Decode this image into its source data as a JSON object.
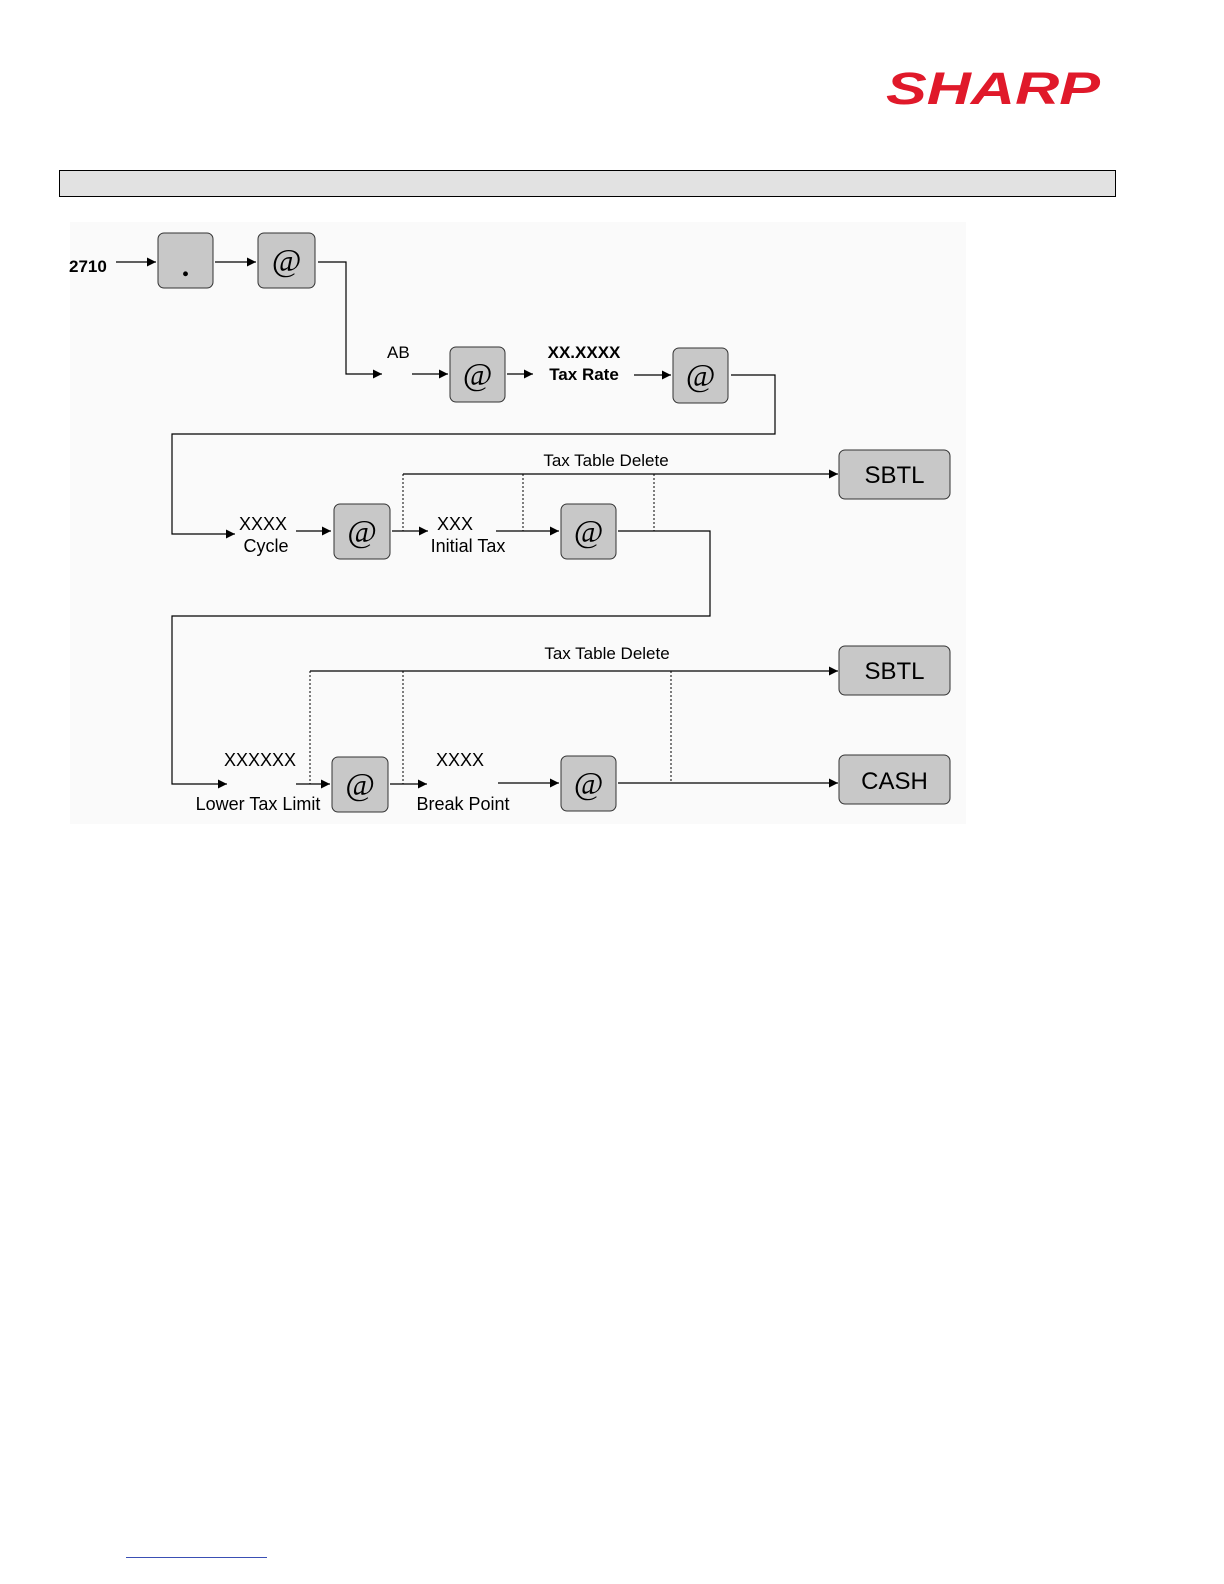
{
  "logo": {
    "brand": "SHARP",
    "color": "#e0192a"
  },
  "title_bar": {
    "text": ""
  },
  "flow": {
    "start_code": "2710",
    "keys": {
      "decimal": ".",
      "at": "@",
      "sbtl": "SBTL",
      "cash": "CASH"
    },
    "labels": {
      "ab": "AB",
      "tax_rate_value": "XX.XXXX",
      "tax_rate_label": "Tax Rate",
      "cycle_value": "XXXX",
      "cycle_label": "Cycle",
      "initial_tax_value": "XXX",
      "initial_tax_label": "Initial Tax",
      "delete_1": "Tax Table Delete",
      "delete_2": "Tax Table Delete",
      "lower_limit_value": "XXXXXX",
      "lower_limit_label": "Lower Tax Limit",
      "break_point_value": "XXXX",
      "break_point_label": "Break Point"
    }
  },
  "colors": {
    "key_fill": "#c8c8c8",
    "line": "#000000"
  }
}
